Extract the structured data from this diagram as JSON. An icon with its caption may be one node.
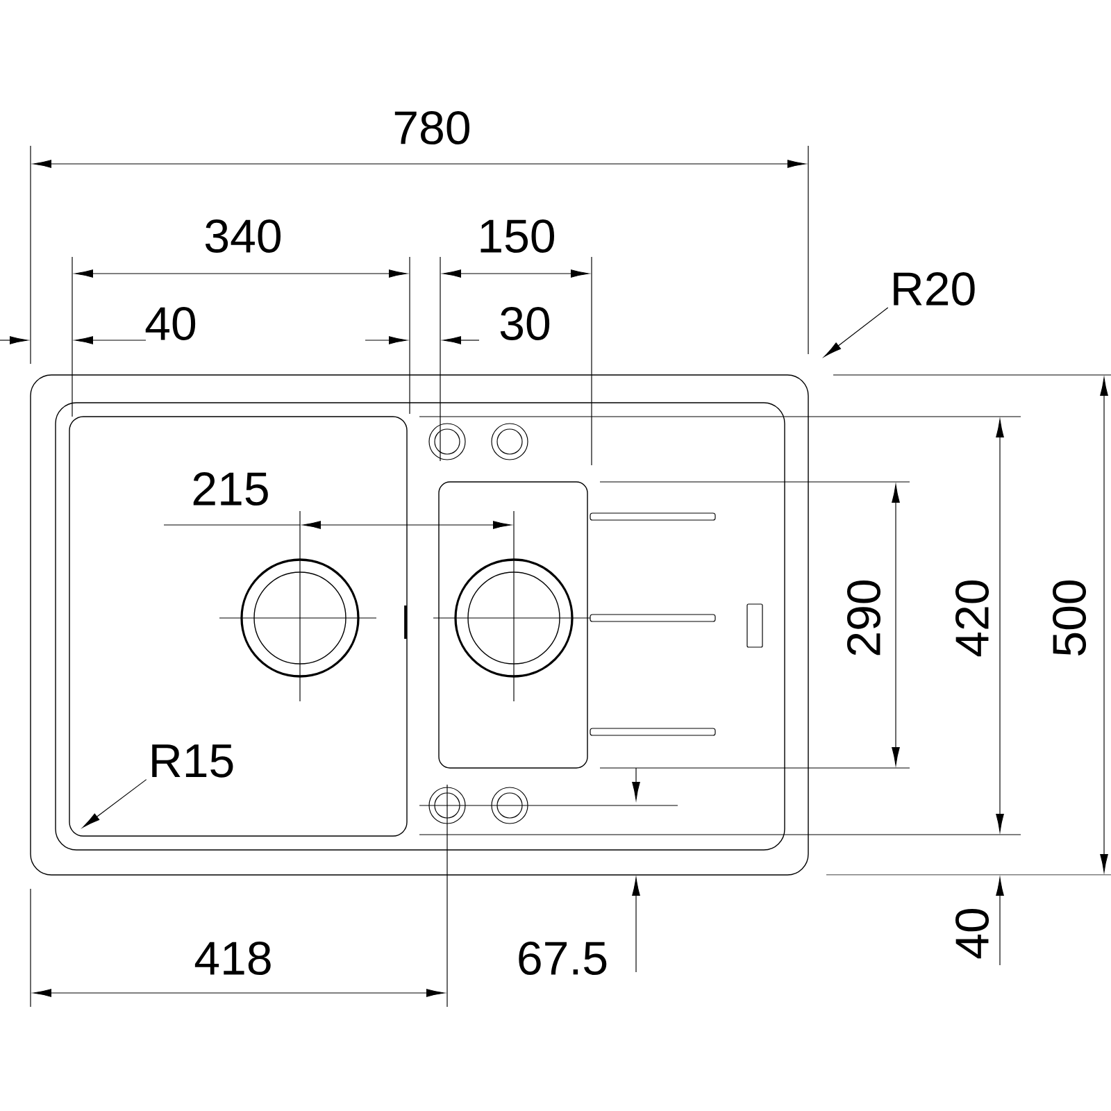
{
  "diagram": {
    "nodes": [
      {
        "text": [
          "R20"
        ]
      },
      {
        "text": [
          "R15"
        ]
      }
    ],
    "edges": [
      {
        "from": 0,
        "to": null,
        "arrow": "to"
      },
      {
        "from": 1,
        "to": null,
        "arrow": "to"
      }
    ],
    "labels": [
      "780",
      "340",
      "150",
      "40",
      "30",
      "215",
      "290",
      "420",
      "500",
      "418",
      "67.5",
      "40"
    ]
  }
}
